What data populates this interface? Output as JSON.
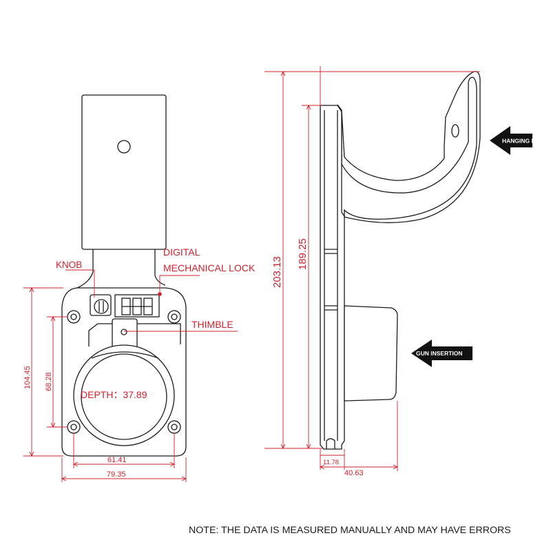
{
  "front_view": {
    "callouts": {
      "knob": "KNOB",
      "digital_line1": "DIGITAL",
      "digital_line2": "MECHANICAL LOCK",
      "thimble": "THIMBLE",
      "depth": "DEPTH：37.89"
    },
    "dimensions": {
      "overall_height": "104.45",
      "hole_spacing_vertical": "68.28",
      "hole_spacing_horizontal": "61.41",
      "overall_width": "79.35"
    }
  },
  "side_view": {
    "dimensions": {
      "total_height": "203.13",
      "mount_height": "189.25",
      "plate_thickness": "11.78",
      "total_depth": "40.63"
    },
    "arrows": {
      "hanging_line": "HANGING LINE",
      "gun_insertion": "GUN INSERTION"
    }
  },
  "note": "NOTE: THE DATA IS MEASURED MANUALLY AND MAY HAVE ERRORS",
  "colors": {
    "dimension": "#d21f2a",
    "outline": "#1a1a1a",
    "arrow_fill": "#111111"
  }
}
